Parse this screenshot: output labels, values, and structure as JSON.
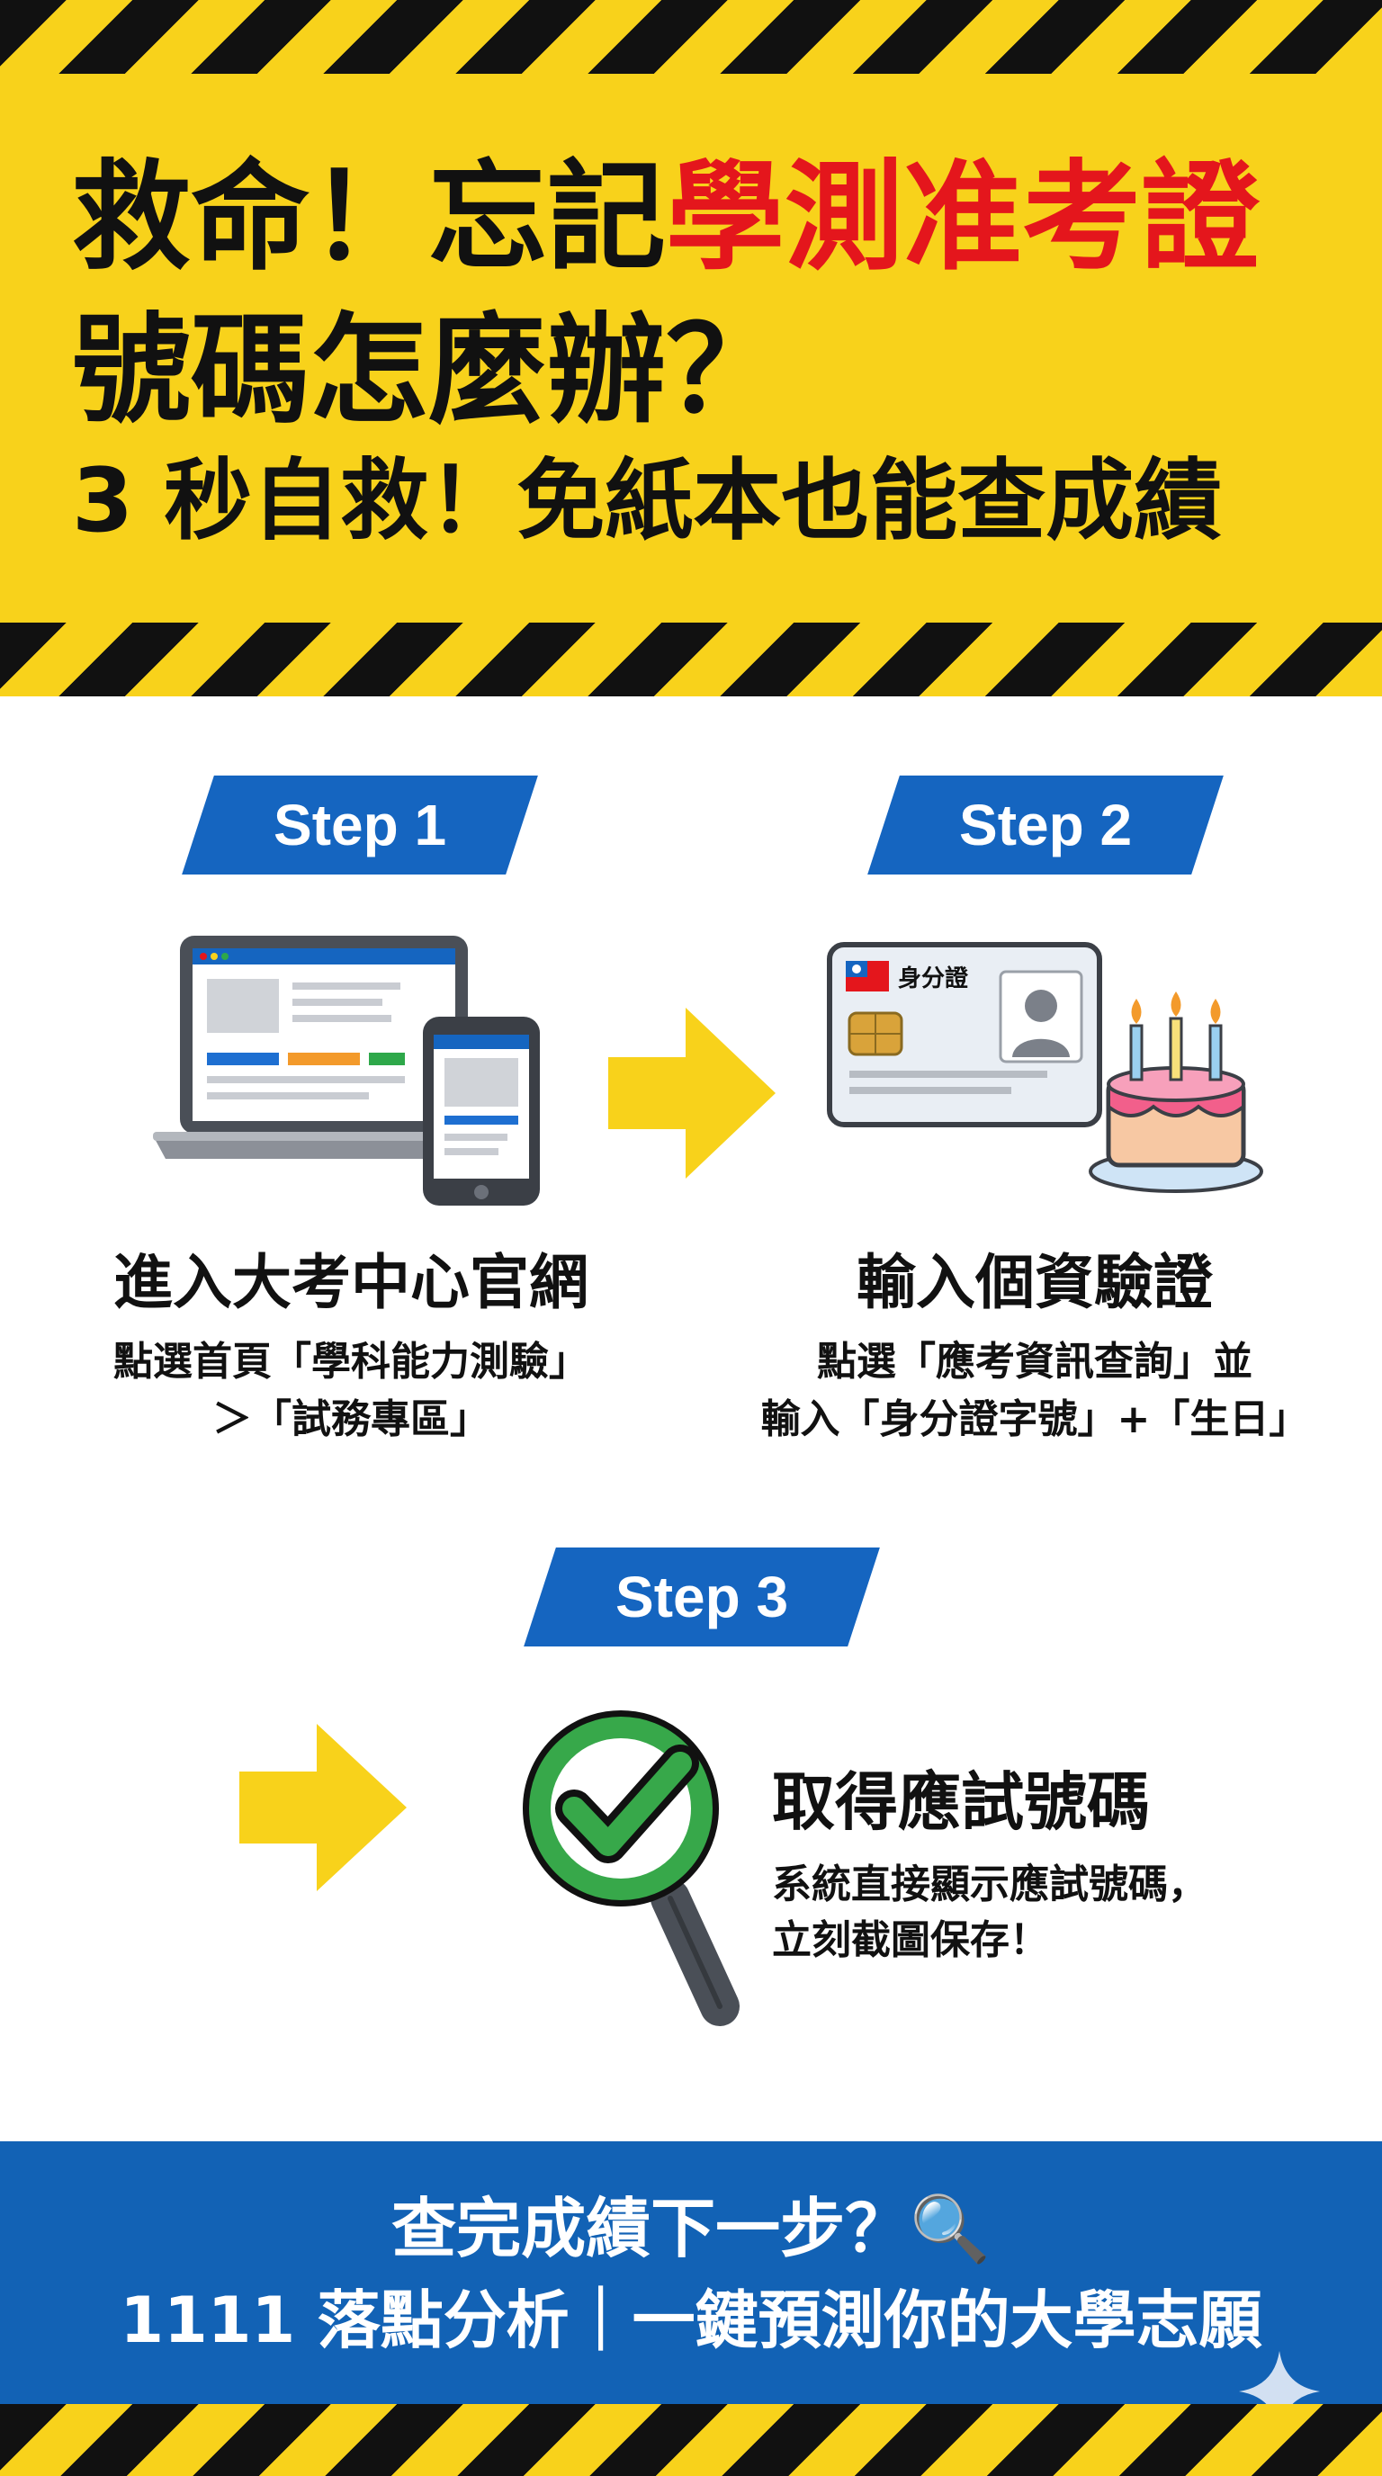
{
  "header": {
    "title_line1_black": "救命！忘記",
    "title_line1_red": "學測准考證",
    "title_line2": "號碼怎麼辦？",
    "title_line3": "3 秒自救！免紙本也能查成績",
    "accent_red": "#e4161c",
    "background": "#f8d21b"
  },
  "steps": [
    {
      "badge": "Step 1",
      "icon": "laptop-phone-icon",
      "title": "進入大考中心官網",
      "desc_line1": "點選首頁「學科能力測驗」",
      "desc_line2": "＞「試務專區」"
    },
    {
      "badge": "Step 2",
      "icon": "id-card-birthday-cake-icon",
      "card_label": "身分證",
      "title": "輸入個資驗證",
      "desc_line1": "點選「應考資訊查詢」並",
      "desc_line2": "輸入「身分證字號」+「生日」"
    },
    {
      "badge": "Step 3",
      "icon": "magnifier-check-icon",
      "title": "取得應試號碼",
      "desc_line1": "系統直接顯示應試號碼，",
      "desc_line2": "立刻截圖保存！"
    }
  ],
  "footer": {
    "line1": "查完成績下一步？🔍",
    "line2": "1111 落點分析｜一鍵預測你的大學志願",
    "background": "#1262b5"
  },
  "colors": {
    "step_badge": "#1565c0",
    "arrow": "#f8d21b",
    "hazard_dark": "#111111"
  }
}
